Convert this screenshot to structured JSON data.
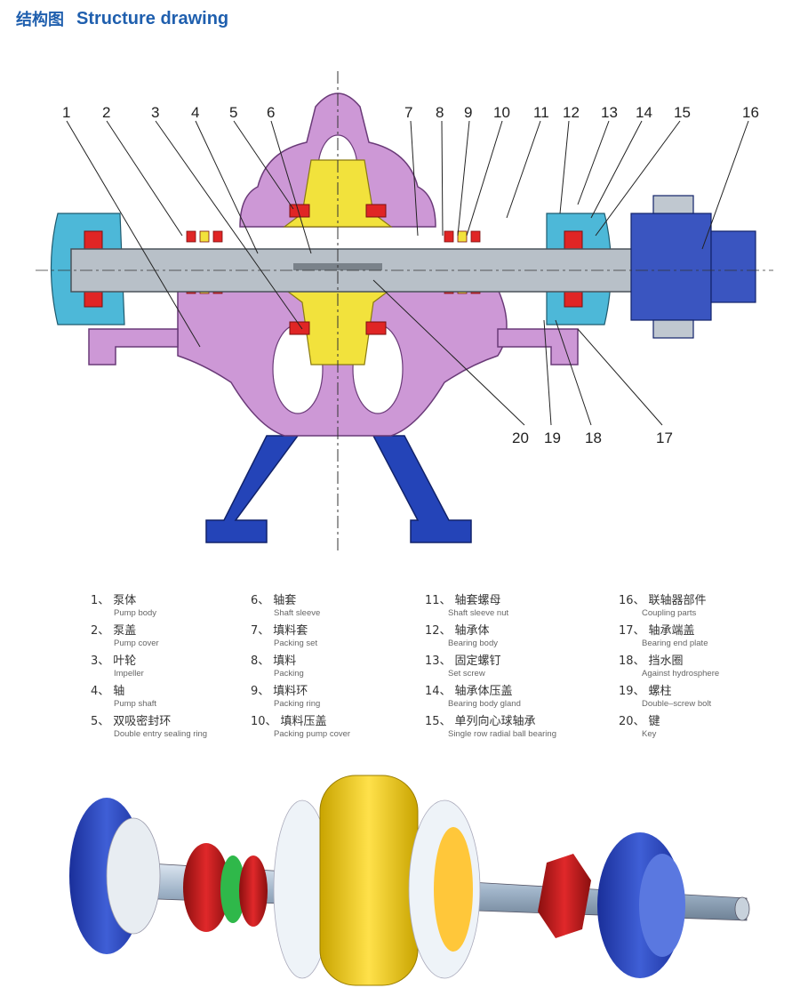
{
  "header": {
    "title_cn": "结构图",
    "title_en": "Structure drawing"
  },
  "colors": {
    "title": "#1f5fae",
    "pump_body": "#c98fd4",
    "impeller": "#f2e23c",
    "seal_ring": "#e02525",
    "bearing_housing": "#4db8d8",
    "base": "#2444b8",
    "shaft": "#b8c0c8",
    "coupling": "#3a55c0"
  },
  "callouts": [
    "1",
    "2",
    "3",
    "4",
    "5",
    "6",
    "7",
    "8",
    "9",
    "10",
    "11",
    "12",
    "13",
    "14",
    "15",
    "16",
    "17",
    "18",
    "19",
    "20"
  ],
  "legend": [
    {
      "num": "1、",
      "cn": "泵体",
      "en": "Pump body"
    },
    {
      "num": "2、",
      "cn": "泵盖",
      "en": "Pump cover"
    },
    {
      "num": "3、",
      "cn": "叶轮",
      "en": "Impeller"
    },
    {
      "num": "4、",
      "cn": "轴",
      "en": "Pump shaft"
    },
    {
      "num": "5、",
      "cn": "双吸密封环",
      "en": "Double entry sealing ring"
    },
    {
      "num": "6、",
      "cn": "轴套",
      "en": "Shaft sleeve"
    },
    {
      "num": "7、",
      "cn": "填料套",
      "en": "Packing set"
    },
    {
      "num": "8、",
      "cn": "填料",
      "en": "Packing"
    },
    {
      "num": "9、",
      "cn": "填料环",
      "en": "Packing ring"
    },
    {
      "num": "10、",
      "cn": "填料压盖",
      "en": "Packing pump cover"
    },
    {
      "num": "11、",
      "cn": "轴套螺母",
      "en": "Shaft sleeve nut"
    },
    {
      "num": "12、",
      "cn": "轴承体",
      "en": "Bearing body"
    },
    {
      "num": "13、",
      "cn": "固定螺钉",
      "en": "Set screw"
    },
    {
      "num": "14、",
      "cn": "轴承体压盖",
      "en": "Bearing body gland"
    },
    {
      "num": "15、",
      "cn": "单列向心球轴承",
      "en": "Single row radial ball bearing"
    },
    {
      "num": "16、",
      "cn": "联轴器部件",
      "en": "Coupling parts"
    },
    {
      "num": "17、",
      "cn": "轴承端盖",
      "en": "Bearing end plate"
    },
    {
      "num": "18、",
      "cn": "挡水圈",
      "en": "Against hydrosphere"
    },
    {
      "num": "19、",
      "cn": "螺柱",
      "en": "Double–screw bolt"
    },
    {
      "num": "20、",
      "cn": "键",
      "en": "Key"
    }
  ]
}
